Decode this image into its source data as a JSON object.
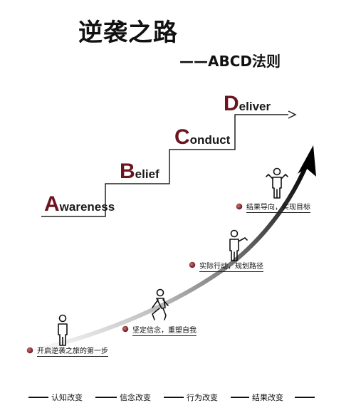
{
  "header": {
    "title": "逆袭之路",
    "subtitle": "——ABCD法则"
  },
  "steps": [
    {
      "cap": "A",
      "rest": "wareness"
    },
    {
      "cap": "B",
      "rest": "elief"
    },
    {
      "cap": "C",
      "rest": "onduct"
    },
    {
      "cap": "D",
      "rest": "eliver"
    }
  ],
  "milestones": [
    "开启逆袭之旅的第一步",
    "坚定信念，重塑自我",
    "实际行动，规划路径",
    "结果导向，实现目标"
  ],
  "phases": [
    "认知改变",
    "信念改变",
    "行为改变",
    "结果改变"
  ],
  "colors": {
    "accent": "#6b1520",
    "line": "#111111"
  }
}
